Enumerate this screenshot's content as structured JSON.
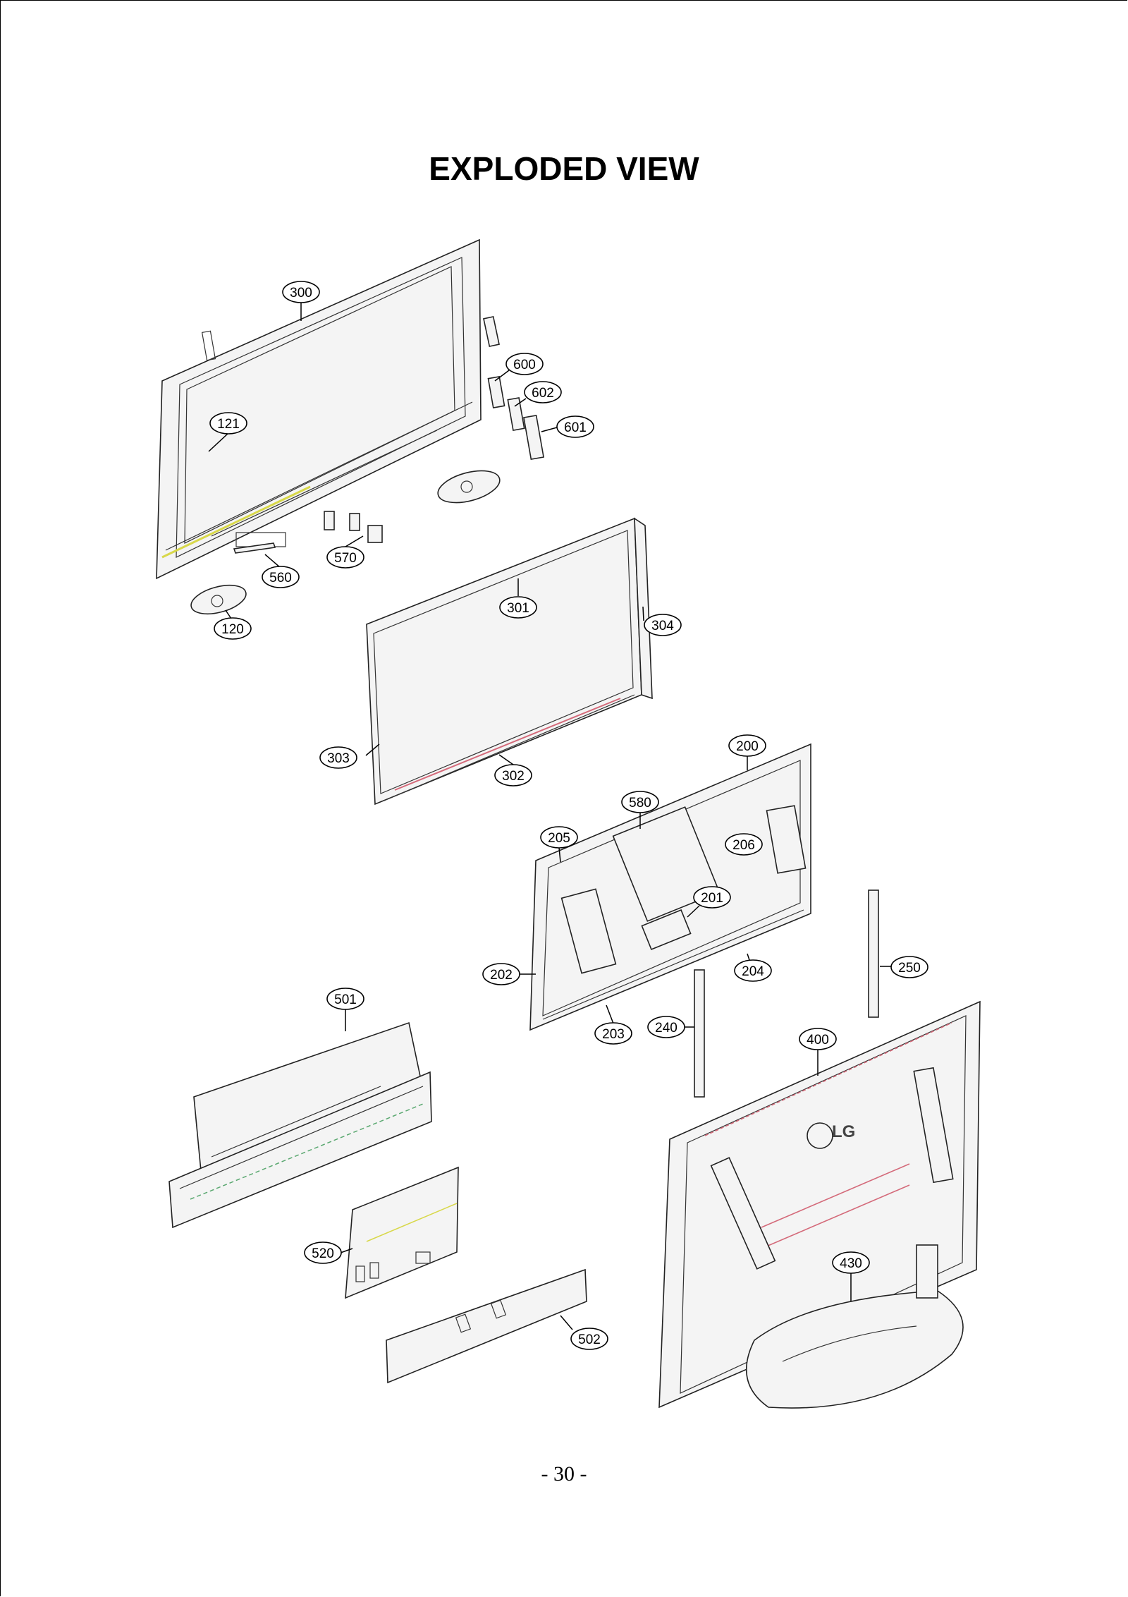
{
  "page": {
    "title": "EXPLODED VIEW",
    "page_number": "- 30 -"
  },
  "parts": [
    {
      "id": "300"
    },
    {
      "id": "121"
    },
    {
      "id": "600"
    },
    {
      "id": "602"
    },
    {
      "id": "601"
    },
    {
      "id": "570"
    },
    {
      "id": "560"
    },
    {
      "id": "120"
    },
    {
      "id": "301"
    },
    {
      "id": "304"
    },
    {
      "id": "303"
    },
    {
      "id": "302"
    },
    {
      "id": "200"
    },
    {
      "id": "580"
    },
    {
      "id": "205"
    },
    {
      "id": "206"
    },
    {
      "id": "201"
    },
    {
      "id": "202"
    },
    {
      "id": "204"
    },
    {
      "id": "250"
    },
    {
      "id": "203"
    },
    {
      "id": "240"
    },
    {
      "id": "501"
    },
    {
      "id": "400"
    },
    {
      "id": "520"
    },
    {
      "id": "430"
    },
    {
      "id": "502"
    }
  ],
  "back_cover_logo": "LG",
  "colors": {
    "line": "#222222",
    "highlight_red": "#d46a7a",
    "highlight_green": "#5aa870",
    "highlight_yellow": "#d8d84a"
  }
}
